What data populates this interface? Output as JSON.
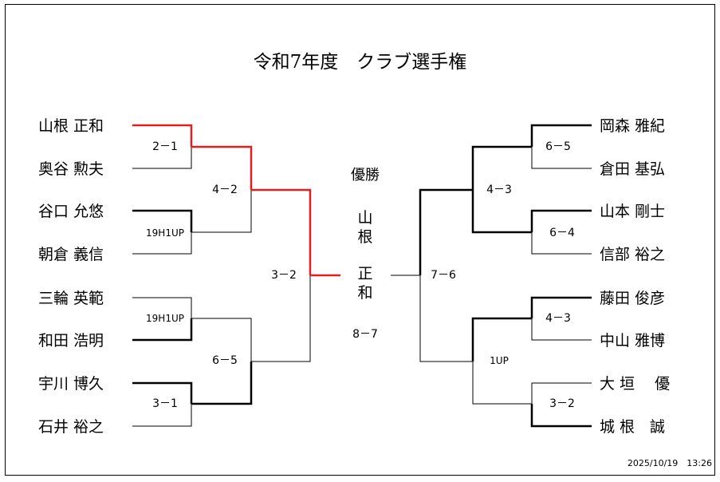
{
  "title": "令和7年度　クラブ選手権",
  "timestamp": "2025/10/19　13:26",
  "colors": {
    "winner_path": "#e02020",
    "line": "#000000"
  },
  "left_players": [
    "山根 正和",
    "奥谷 勲夫",
    "谷口 允悠",
    "朝倉 義信",
    "三輪 英範",
    "和田 浩明",
    "宇川 博久",
    "石井 裕之"
  ],
  "right_players": [
    "岡森 雅紀",
    "倉田 基弘",
    "山本 剛士",
    "信部 裕之",
    "藤田 俊彦",
    "中山 雅博",
    "大 垣　 優",
    "城 根　誠"
  ],
  "left_scores": {
    "r1": [
      "2－1",
      "19H1UP",
      "19H1UP",
      "3－1"
    ],
    "r2": [
      "4－2",
      "6－5"
    ],
    "r3": [
      "3－2"
    ]
  },
  "right_scores": {
    "r1": [
      "6－5",
      "6－4",
      "4－3",
      "3－2"
    ],
    "r2": [
      "4－3",
      "1UP"
    ],
    "r3": [
      "7－6"
    ]
  },
  "champion": {
    "label": "優勝",
    "name_chars": [
      "山",
      "根",
      "正",
      "和"
    ],
    "final_score": "8－7"
  }
}
